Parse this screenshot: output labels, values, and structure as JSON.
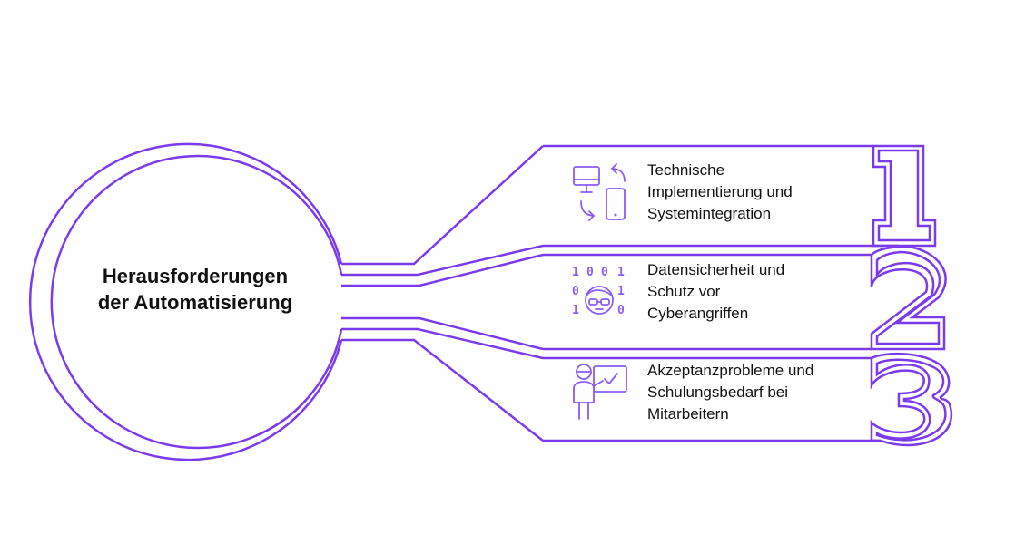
{
  "accent_color": "#7c3aed",
  "icon_color": "#8b5cf6",
  "center": {
    "title_lines": [
      "Herausforderungen",
      "der Automatisierung"
    ]
  },
  "items": [
    {
      "number": "1",
      "icon": "devices-sync-icon",
      "label_lines": [
        "Technische",
        "Implementierung und",
        "Systemintegration"
      ]
    },
    {
      "number": "2",
      "icon": "hacker-binary-icon",
      "icon_digits": [
        "1",
        "0",
        "0",
        "1",
        "0",
        "1",
        "1",
        "0"
      ],
      "label_lines": [
        "Datensicherheit und",
        "Schutz vor",
        "Cyberangriffen"
      ]
    },
    {
      "number": "3",
      "icon": "trainer-board-icon",
      "label_lines": [
        "Akzeptanzprobleme und",
        "Schulungsbedarf bei",
        "Mitarbeitern"
      ]
    }
  ]
}
